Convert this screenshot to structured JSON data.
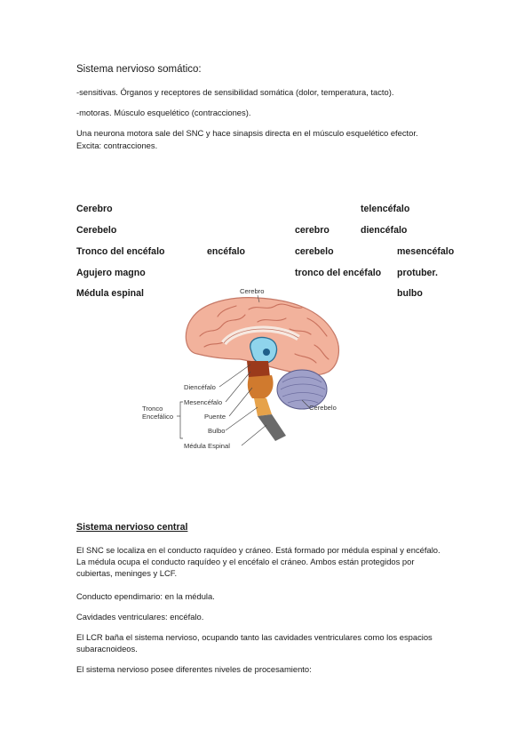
{
  "somatic": {
    "title": "Sistema nervioso somático:",
    "line1": "-sensitivas. Órganos y receptores de sensibilidad somática (dolor, temperatura, tacto).",
    "line2": "-motoras. Músculo esquelético (contracciones).",
    "line3": "Una neurona motora sale del SNC y hace sinapsis directa en el músculo esquelético efector.",
    "line4": "Excita: contracciones."
  },
  "table": {
    "col1": [
      "Cerebro",
      "Cerebelo",
      "Tronco del encéfalo",
      "Agujero magno",
      "Médula espinal"
    ],
    "col2": "encéfalo",
    "col3": [
      "cerebro",
      "cerebelo",
      "tronco del encéfalo"
    ],
    "col4": [
      "telencéfalo",
      "diencéfalo",
      "mesencéfalo",
      "protuber.",
      "bulbo"
    ]
  },
  "figure": {
    "cerebro": "Cerebro",
    "diencefalo": "Diencéfalo",
    "mesencefalo": "Mesencéfalo",
    "puente": "Puente",
    "bulbo": "Bulbo",
    "medula": "Médula Espinal",
    "tronco1": "Tronco",
    "tronco2": "Encefálico",
    "cerebelo": "Cerebelo"
  },
  "central": {
    "title": "Sistema nervioso central",
    "p1": "El SNC se localiza en el conducto raquídeo y cráneo. Está formado por médula espinal y encéfalo. La médula ocupa el conducto raquídeo y el encéfalo el cráneo. Ambos están protegidos por cubiertas, meninges y LCF.",
    "p2": "Conducto ependimario: en la médula.",
    "p3": "Cavidades ventriculares: encéfalo.",
    "p4": "El LCR baña el sistema nervioso, ocupando tanto las cavidades ventriculares como los espacios subaracnoideos.",
    "p5": "El sistema nervioso posee diferentes niveles de procesamiento:"
  }
}
